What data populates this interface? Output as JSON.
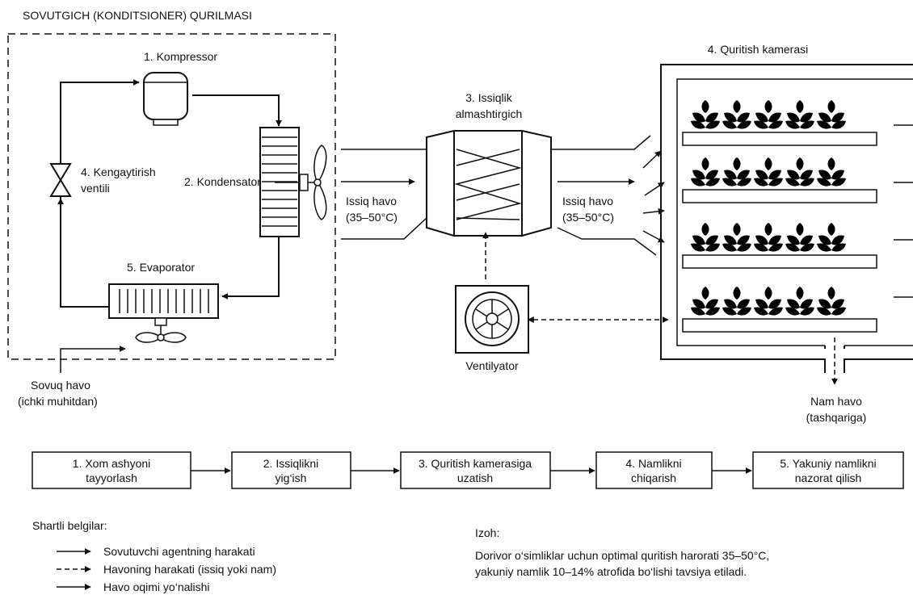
{
  "title": "SOVUTGICH (KONDITSIONER) QURILMASI",
  "components": {
    "compressor": "1. Kompressor",
    "condenser": "2. Kondensator",
    "valve_line1": "4. Kengaytirish",
    "valve_line2": "ventili",
    "evaporator": "5. Evaporator",
    "exchanger_line1": "3. Issiqlik",
    "exchanger_line2": "almashtirgich",
    "chamber": "4. Quritish kamerasi",
    "fan": "Ventilyator"
  },
  "airflows": {
    "hot_in_line1": "Issiq havo",
    "hot_in_line2": "(35–50°C)",
    "hot_out_line1": "Issiq havo",
    "hot_out_line2": "(35–50°C)",
    "cold_line1": "Sovuq havo",
    "cold_line2": "(ichki muhitdan)",
    "humid_line1": "Nam havo",
    "humid_line2": "(tashqariga)"
  },
  "process_steps": [
    {
      "line1": "1. Xom ashyoni",
      "line2": "tayyorlash"
    },
    {
      "line1": "2. Issiqlikni",
      "line2": "yig‘ish"
    },
    {
      "line1": "3. Quritish kamerasiga",
      "line2": "uzatish"
    },
    {
      "line1": "4. Namlikni",
      "line2": "chiqarish"
    },
    {
      "line1": "5. Yakuniy namlikni",
      "line2": "nazorat qilish"
    }
  ],
  "legend": {
    "title": "Shartli belgilar:",
    "items": [
      "Sovutuvchi agentning harakati",
      "Havoning harakati (issiq yoki nam)",
      "Havo oqimi yo‘nalishi"
    ]
  },
  "note": {
    "title": "Izoh:",
    "line1": "Dorivor o‘simliklar uchun optimal quritish harorati 35–50°C,",
    "line2": "yakuniy namlik 10–14% atrofida bo‘lishi tavsiya etiladi."
  }
}
